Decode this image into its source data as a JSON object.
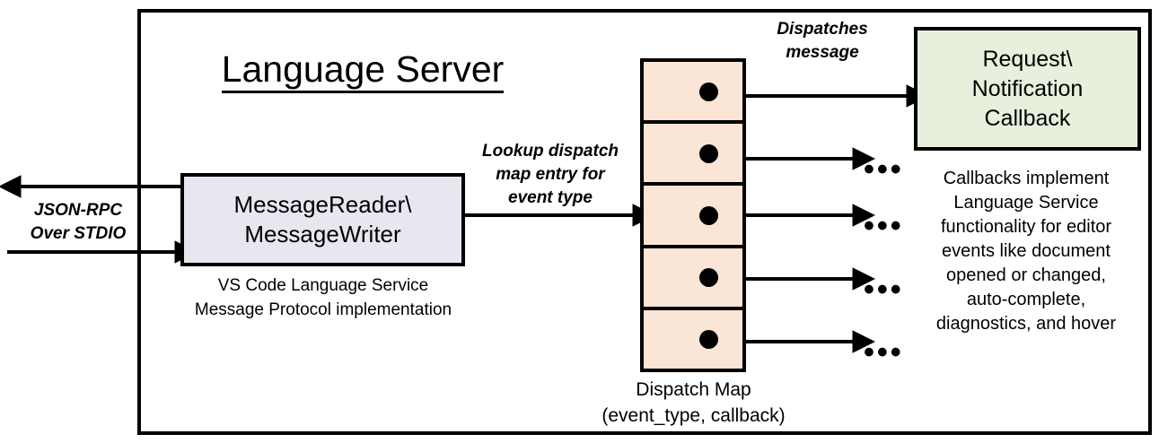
{
  "diagram": {
    "title": "Language Server",
    "external_protocol_label": "JSON-RPC\nOver STDIO",
    "external_protocol_line1": "JSON-RPC",
    "external_protocol_line2": "Over STDIO"
  },
  "message_io": {
    "title_line1": "MessageReader\\",
    "title_line2": "MessageWriter",
    "caption_line1": "VS Code Language Service",
    "caption_line2": "Message Protocol implementation",
    "fill_color": "#EAE6F0"
  },
  "lookup_flow": {
    "line1": "Lookup dispatch",
    "line2": "map entry for",
    "line3": "event type"
  },
  "dispatch_map": {
    "caption_line1": "Dispatch Map",
    "caption_line2": "(event_type, callback)",
    "fill_color": "#FBE5D6",
    "cell_count": 5,
    "cells": [
      {
        "name": "dispatch-entry-1"
      },
      {
        "name": "dispatch-entry-2"
      },
      {
        "name": "dispatch-entry-3"
      },
      {
        "name": "dispatch-entry-4"
      },
      {
        "name": "dispatch-entry-5"
      }
    ]
  },
  "dispatch_flow": {
    "line1": "Dispatches",
    "line2": "message"
  },
  "callback": {
    "title_line1": "Request\\",
    "title_line2": "Notification",
    "title_line3": "Callback",
    "fill_color": "#E8EFDC",
    "caption_line1": "Callbacks implement",
    "caption_line2": "Language Service",
    "caption_line3": "functionality for editor",
    "caption_line4": "events like document",
    "caption_line5": "opened or changed,",
    "caption_line6": "auto-complete,",
    "caption_line7": "diagnostics, and hover"
  },
  "ellipsis": {
    "glyph": "•••"
  },
  "colors": {
    "stroke": "#000000",
    "background": "#FFFFFF"
  }
}
